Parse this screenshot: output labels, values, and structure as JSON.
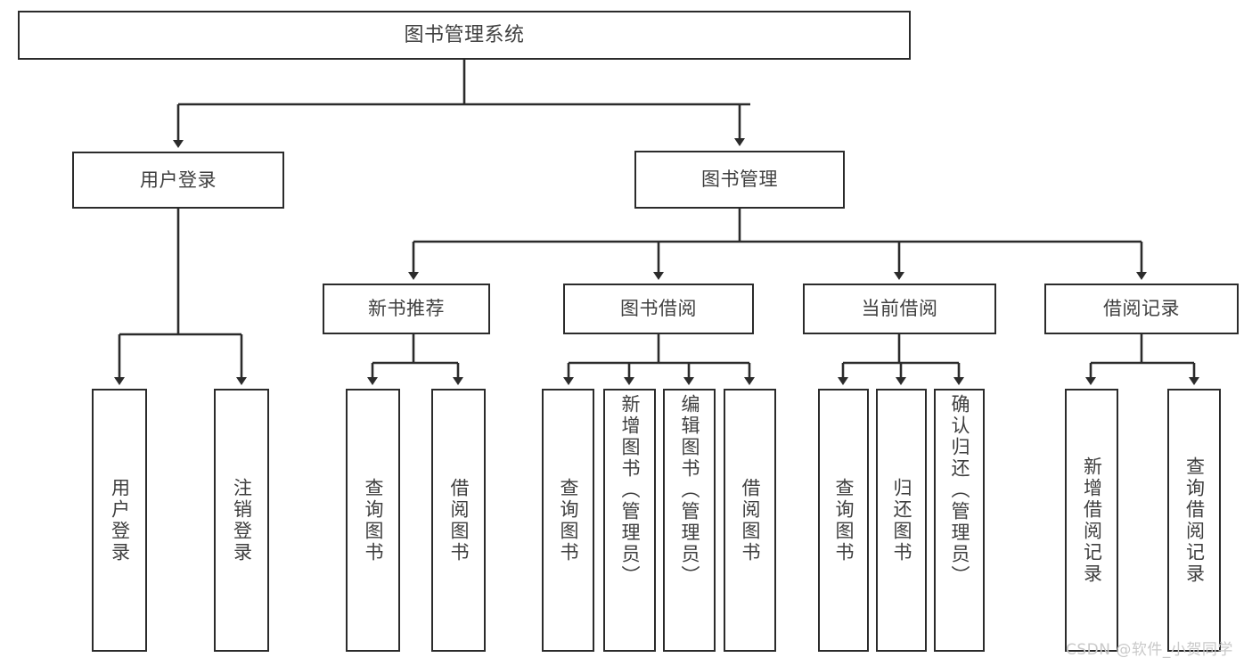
{
  "diagram": {
    "type": "tree",
    "title": "图书管理系统",
    "root": {
      "label": "图书管理系统"
    },
    "level1": [
      {
        "label": "用户登录"
      },
      {
        "label": "图书管理"
      }
    ],
    "level2": [
      {
        "label": "新书推荐",
        "parent": "图书管理"
      },
      {
        "label": "图书借阅",
        "parent": "图书管理"
      },
      {
        "label": "当前借阅",
        "parent": "图书管理"
      },
      {
        "label": "借阅记录",
        "parent": "图书管理"
      }
    ],
    "leaves": {
      "user_login": [
        {
          "label": "用户登录"
        },
        {
          "label": "注销登录"
        }
      ],
      "new_book_recommend": [
        {
          "label": "查询图书"
        },
        {
          "label": "借阅图书"
        }
      ],
      "book_borrow": [
        {
          "label": "查询图书"
        },
        {
          "label": "新增图书（管理员）"
        },
        {
          "label": "编辑图书（管理员）"
        },
        {
          "label": "借阅图书"
        }
      ],
      "current_borrow": [
        {
          "label": "查询图书"
        },
        {
          "label": "归还图书"
        },
        {
          "label": "确认归还（管理员）"
        }
      ],
      "borrow_record": [
        {
          "label": "新增借阅记录"
        },
        {
          "label": "查询借阅记录"
        }
      ]
    }
  },
  "watermark": {
    "text": "CSDN @软件_小贺同学"
  },
  "colors": {
    "background": "#ffffff",
    "node_border": "#2b2b2b",
    "node_fill": "#ffffff",
    "text": "#3f3f3f",
    "edge": "#2b2b2b",
    "watermark": "#c9c9c9"
  }
}
